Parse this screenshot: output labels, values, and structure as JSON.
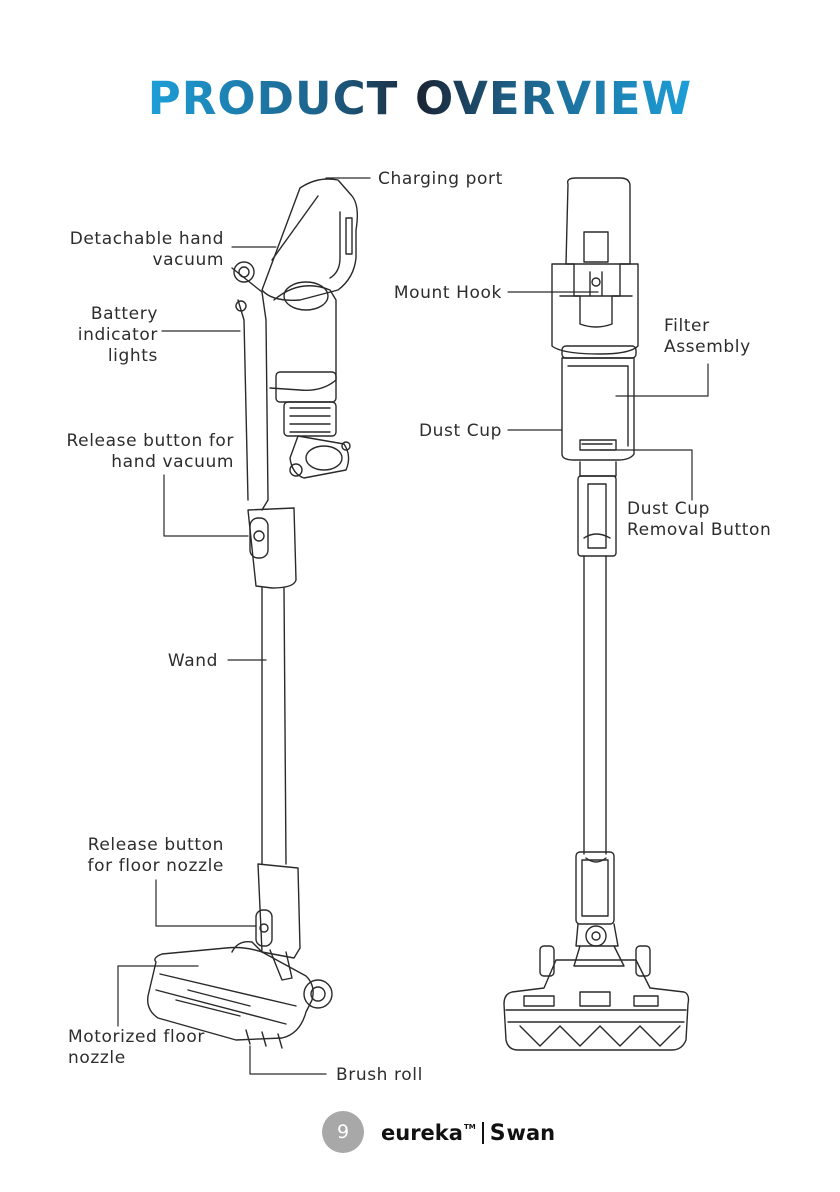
{
  "page": {
    "title": "PRODUCT OVERVIEW",
    "page_number": "9"
  },
  "labels": {
    "charging_port": "Charging port",
    "detachable_hand_vacuum_1": "Detachable hand",
    "detachable_hand_vacuum_2": "vacuum",
    "battery_indicator_1": "Battery",
    "battery_indicator_2": "indicator",
    "battery_indicator_3": "lights",
    "release_hand_1": "Release button for",
    "release_hand_2": "hand vacuum",
    "wand": "Wand",
    "release_floor_1": "Release button",
    "release_floor_2": "for floor nozzle",
    "motorized_1": "Motorized floor",
    "motorized_2": "nozzle",
    "brush_roll": "Brush roll",
    "mount_hook": "Mount Hook",
    "filter_1": "Filter",
    "filter_2": "Assembly",
    "dust_cup": "Dust Cup",
    "dust_cup_removal_1": "Dust Cup",
    "dust_cup_removal_2": "Removal Button"
  },
  "brand": {
    "eureka": "eureka",
    "tm": "TM",
    "swan_mark": "S",
    "swan": "wan"
  },
  "colors": {
    "title_gradient": [
      "#1d9fd9",
      "#1b2636"
    ],
    "page_badge": "#a8a8a8"
  }
}
